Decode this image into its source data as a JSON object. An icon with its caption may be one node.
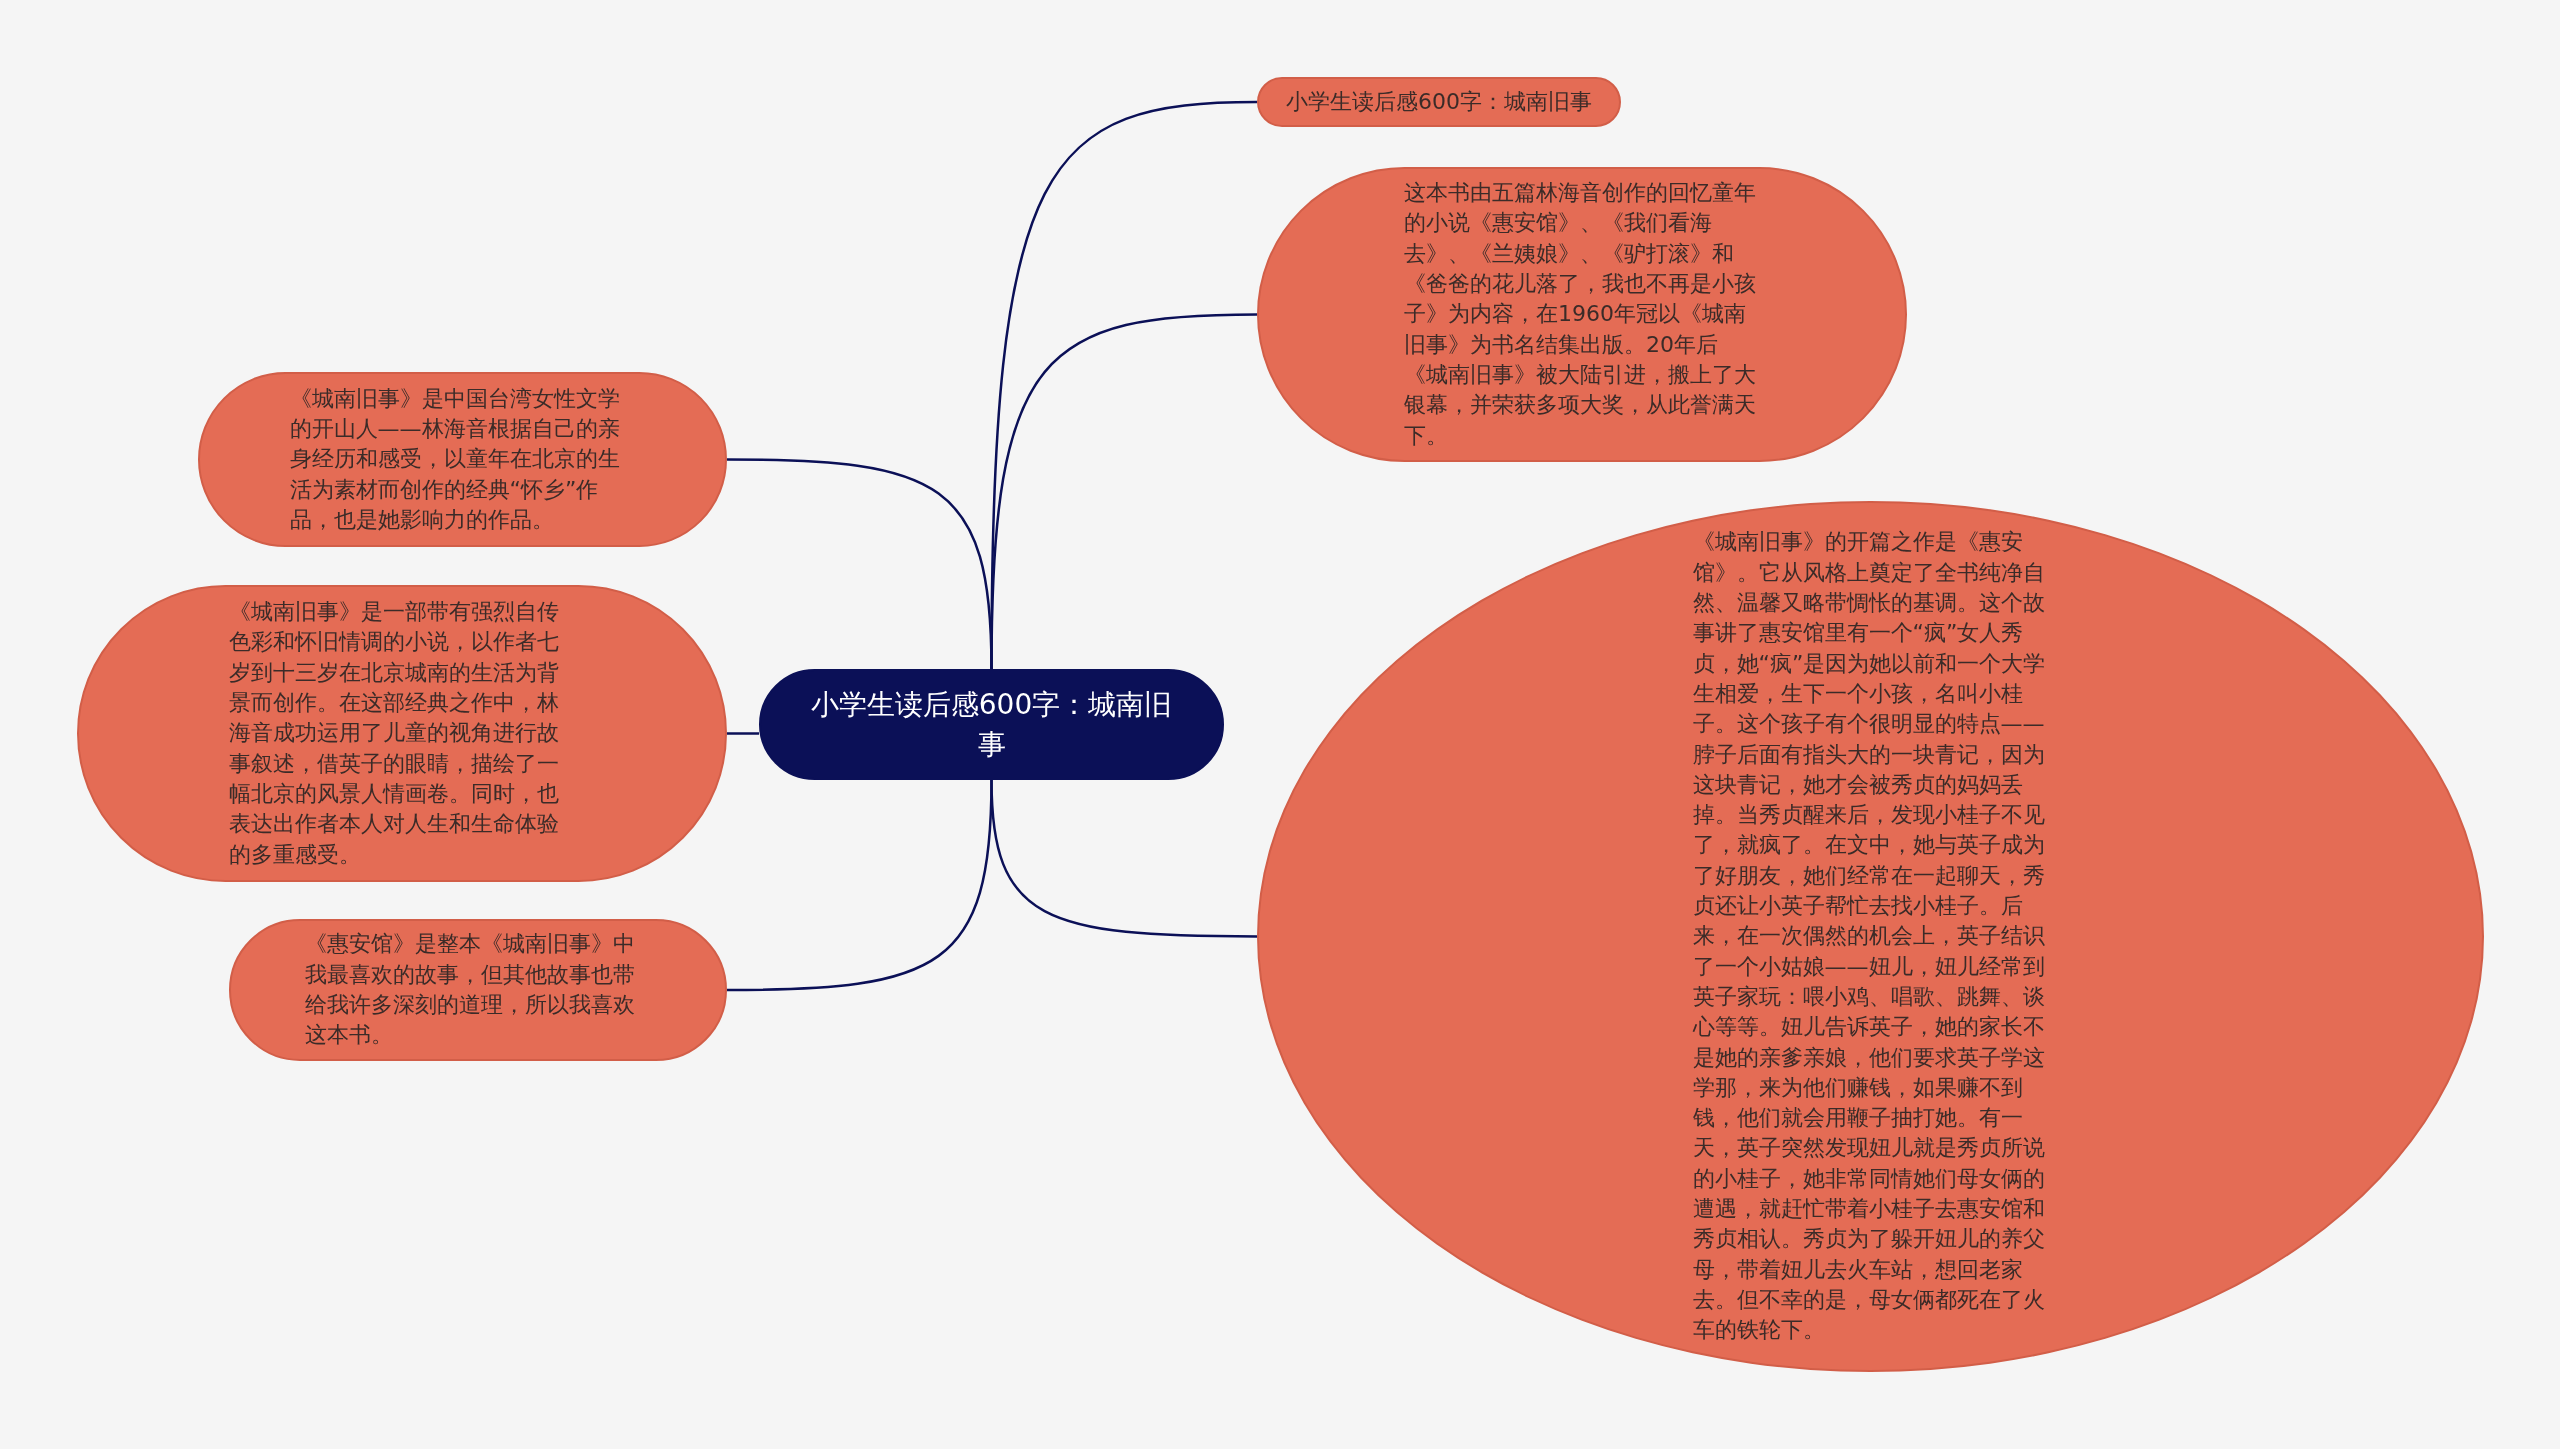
{
  "diagram": {
    "nodes": [
      {
        "text": [
          "小学生读后感600字：城南旧事"
        ]
      },
      {
        "text": [
          "小学生读后感600字：城南旧事"
        ]
      },
      {
        "text": [
          "这本书由五篇林海音创作的回忆童年的小说《惠安馆》、《我们看海去》、《兰姨娘》、《驴打滚》和《爸爸的花儿落了，我也不再是小孩子》为内容，在1960年冠以《城南旧事》为书名结集出版。20年后《城南旧事》被大陆引进，搬上了大银幕，并荣获多项大奖，从此誉满天下。"
        ]
      },
      {
        "text": [
          "《城南旧事》的开篇之作是《惠安馆》。它从风格上奠定了全书纯净自然、温馨又略带惆怅的基调。这个故事讲了惠安馆里有一个“疯”女人秀贞，她“疯”是因为她以前和一个大学生相爱，生下一个小孩，名叫小桂子。这个孩子有个很明显的特点——脖子后面有指头大的一块青记，因为这块青记，她才会被秀贞的妈妈丢掉。当秀贞醒来后，发现小桂子不见了，就疯了。在文中，她与英子成为了好朋友，她们经常在一起聊天，秀贞还让小英子帮忙去找小桂子。后来，在一次偶然的机会上，英子结识了一个小姑娘——妞儿，妞儿经常到英子家玩：喂小鸡、唱歌、跳舞、谈心等等。妞儿告诉英子，她的家长不是她的亲爹亲娘，他们要求英子学这学那，来为他们赚钱，如果赚不到钱，他们就会用鞭子抽打她。有一天，英子突然发现妞儿就是秀贞所说的小桂子，她非常同情她们母女俩的遭遇，就赶忙带着小桂子去惠安馆和秀贞相认。秀贞为了躲开妞儿的养父母，带着妞儿去火车站，想回老家去。但不幸的是，母女俩都死在了火车的铁轮下。"
        ]
      },
      {
        "text": [
          "《城南旧事》是中国台湾女性文学的开山人——林海音根据自己的亲身经历和感受，以童年在北京的生活为素材而创作的经典“怀乡”作品，也是她影响力的作品。"
        ]
      },
      {
        "text": [
          "《城南旧事》是一部带有强烈自传色彩和怀旧情调的小说，以作者七岁到十三岁在北京城南的生活为背景而创作。在这部经典之作中，林海音成功运用了儿童的视角进行故事叙述，借英子的眼睛，描绘了一幅北京的风景人情画卷。同时，也表达出作者本人对人生和生命体验的多重感受。"
        ]
      },
      {
        "text": [
          "《惠安馆》是整本《城南旧事》中我最喜欢的故事，但其他故事也带给我许多深刻的道理，所以我喜欢这本书。"
        ]
      }
    ],
    "edges": [
      {
        "from": 0,
        "to": 1,
        "arrow": "none"
      },
      {
        "from": 0,
        "to": 2,
        "arrow": "none"
      },
      {
        "from": 0,
        "to": 3,
        "arrow": "none"
      },
      {
        "from": 0,
        "to": 4,
        "arrow": "none"
      },
      {
        "from": 0,
        "to": 5,
        "arrow": "none"
      },
      {
        "from": 0,
        "to": 6,
        "arrow": "none"
      }
    ]
  }
}
